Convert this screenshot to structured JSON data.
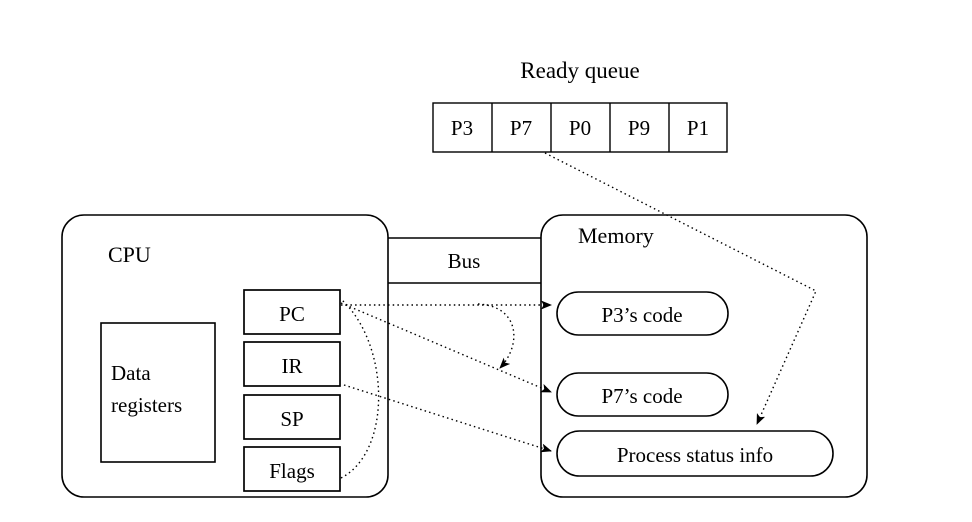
{
  "diagram": {
    "title": "CPU, bus, memory and ready queue diagram",
    "ready_queue": {
      "label": "Ready queue",
      "cells": [
        {
          "label": "P3"
        },
        {
          "label": "P7"
        },
        {
          "label": "P0"
        },
        {
          "label": "P9"
        },
        {
          "label": "P1"
        }
      ]
    },
    "cpu": {
      "label": "CPU",
      "data_registers": {
        "line1": "Data",
        "line2": "registers"
      },
      "registers": [
        {
          "label": "PC"
        },
        {
          "label": "IR"
        },
        {
          "label": "SP"
        },
        {
          "label": "Flags"
        }
      ]
    },
    "bus": {
      "label": "Bus"
    },
    "memory": {
      "label": "Memory",
      "blocks": [
        {
          "label": "P3’s code"
        },
        {
          "label": "P7’s code"
        },
        {
          "label": "Process status info"
        }
      ]
    },
    "connectors": [
      {
        "name": "pc-to-p3-code",
        "style": "dotted-arrow"
      },
      {
        "name": "pc-to-p7-code",
        "style": "dotted-arrow"
      },
      {
        "name": "pc-curved-loop",
        "style": "dotted-arc-arrow"
      },
      {
        "name": "flags-to-pc-arc",
        "style": "dotted-arc"
      },
      {
        "name": "registers-to-process-status-info",
        "style": "dotted-arrow"
      },
      {
        "name": "ready-queue-to-process-status-info",
        "style": "dotted-polyline-arrow"
      }
    ],
    "colors": {
      "stroke": "#000000",
      "background": "#ffffff"
    }
  }
}
